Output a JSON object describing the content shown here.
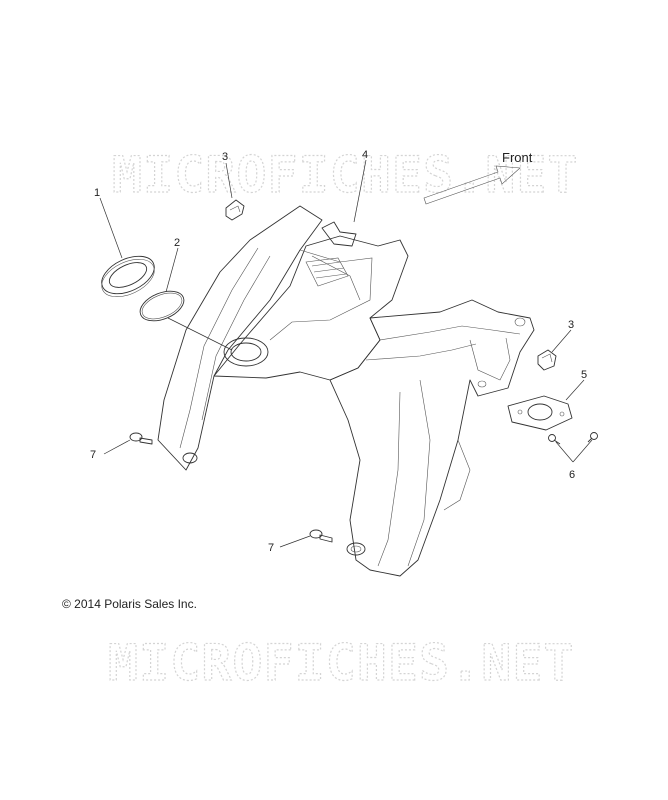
{
  "watermark": {
    "top": "MICROFICHES.NET",
    "bottom": "MICROFICHES.NET"
  },
  "direction": {
    "label": "Front"
  },
  "callouts": [
    {
      "id": "c1",
      "number": "1"
    },
    {
      "id": "c2",
      "number": "2"
    },
    {
      "id": "c3a",
      "number": "3"
    },
    {
      "id": "c3b",
      "number": "3"
    },
    {
      "id": "c4",
      "number": "4"
    },
    {
      "id": "c5",
      "number": "5"
    },
    {
      "id": "c6",
      "number": "6"
    },
    {
      "id": "c7a",
      "number": "7"
    },
    {
      "id": "c7b",
      "number": "7"
    }
  ],
  "copyright": "© 2014 Polaris Sales Inc."
}
